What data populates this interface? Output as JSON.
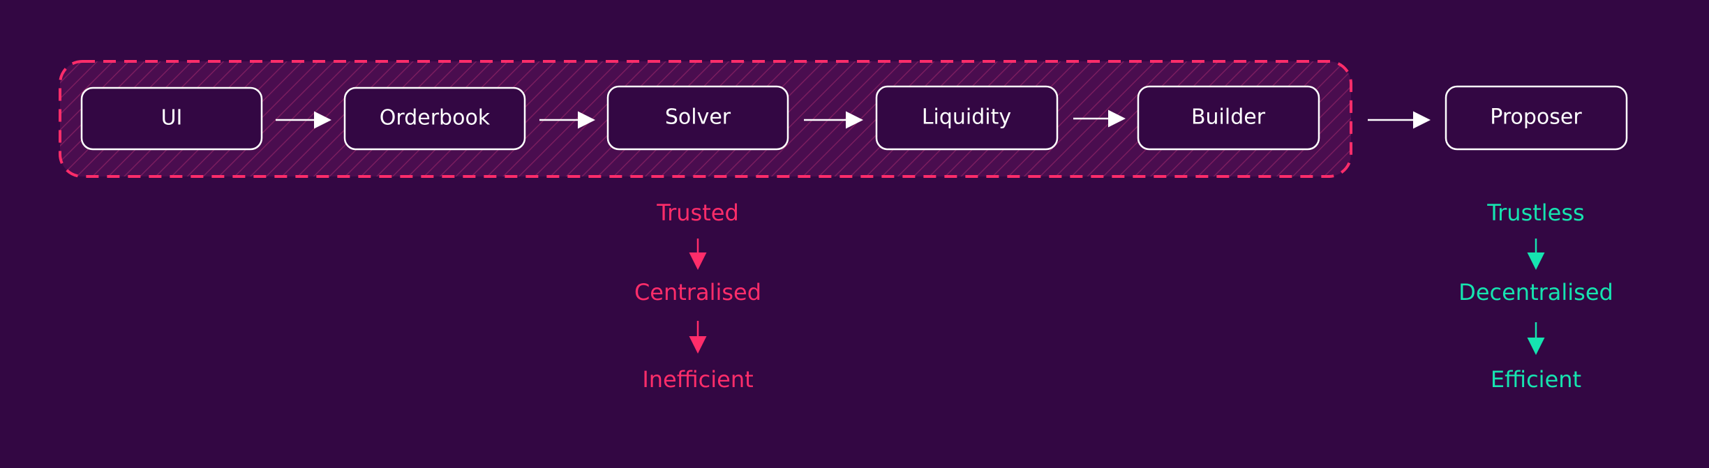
{
  "colors": {
    "background": "#330743",
    "trusted_accent": "#ff2d6a",
    "trustless_accent": "#16e4b0",
    "node_stroke": "#ffffff",
    "node_text": "#ffffff"
  },
  "pipeline": {
    "grouped_nodes": [
      "UI",
      "Orderbook",
      "Solver",
      "Liquidity",
      "Builder"
    ],
    "final_node": "Proposer"
  },
  "trusted_chain": {
    "labels": [
      "Trusted",
      "Centralised",
      "Inefficient"
    ]
  },
  "trustless_chain": {
    "labels": [
      "Trustless",
      "Decentralised",
      "Efficient"
    ]
  }
}
